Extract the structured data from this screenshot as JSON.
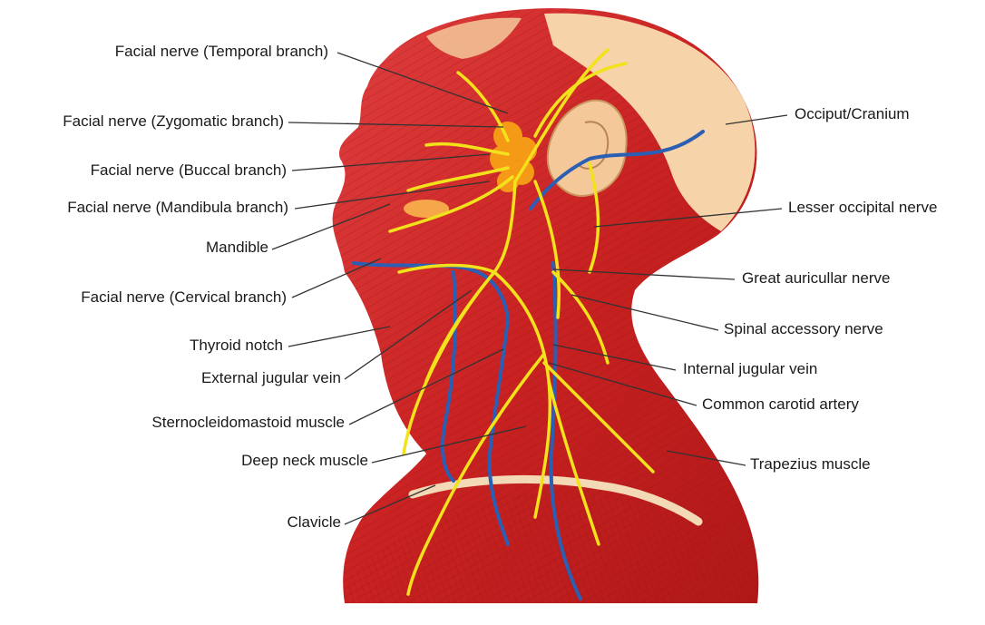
{
  "labels": {
    "facial_temporal": "Facial nerve (Temporal branch)",
    "facial_zygomatic": "Facial nerve (Zygomatic branch)",
    "facial_buccal": "Facial nerve (Buccal branch)",
    "facial_mandibula": "Facial nerve (Mandibula branch)",
    "mandible": "Mandible",
    "facial_cervical": "Facial nerve (Cervical branch)",
    "thyroid_notch": "Thyroid notch",
    "external_jugular": "External jugular vein",
    "sternocleidomastoid": "Sternocleidomastoid muscle",
    "deep_neck": "Deep neck muscle",
    "clavicle": "Clavicle",
    "occiput": "Occiput/Cranium",
    "lesser_occipital": "Lesser occipital nerve",
    "great_auricular": "Great auricullar nerve",
    "spinal_accessory": "Spinal accessory nerve",
    "internal_jugular": "Internal jugular vein",
    "common_carotid": "Common carotid artery",
    "trapezius": "Trapezius muscle"
  },
  "colors": {
    "muscle": "#d42a2a",
    "muscle_dark": "#a81616",
    "skin": "#f6d3a8",
    "nerve": "#f2e21c",
    "vein": "#2a5fb4",
    "gland": "#f59a17",
    "leader": "#333333"
  }
}
